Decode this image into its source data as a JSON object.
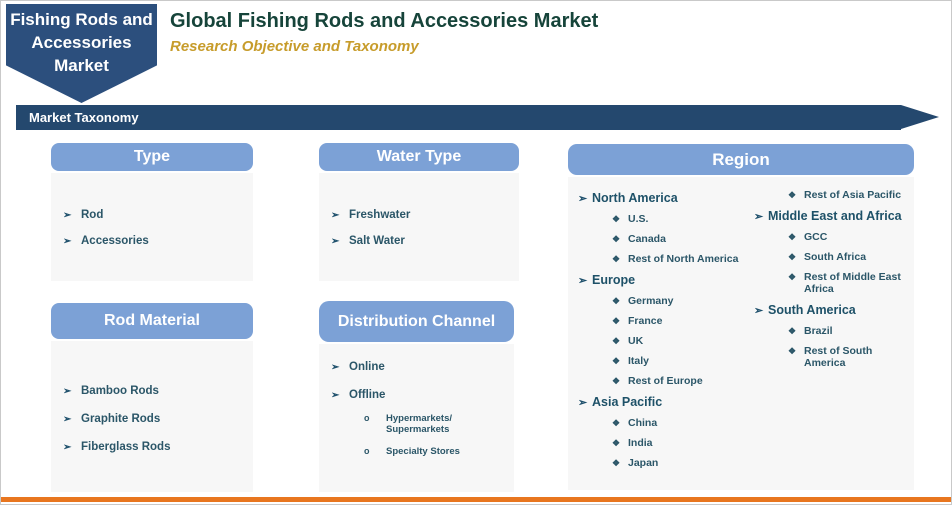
{
  "banner": {
    "label": "Fishing Rods and Accessories Market"
  },
  "header": {
    "title": "Global Fishing Rods and Accessories Market",
    "subtitle": "Research Objective and Taxonomy"
  },
  "taxonomy_bar": {
    "label": "Market Taxonomy"
  },
  "bullets": {
    "level1": "➢",
    "level2": "❖",
    "level3": "o"
  },
  "colors": {
    "banner_blue": "#2C4F7D",
    "bar_blue": "#24486E",
    "header_light_blue": "#7CA1D6",
    "box_body_gray": "#F7F7F7",
    "title_green": "#16443A",
    "subtitle_gold": "#C79C2B",
    "item_teal": "#2B5668",
    "accent_orange": "#E8761F"
  },
  "boxes": {
    "type": {
      "title": "Type",
      "items": [
        "Rod",
        "Accessories"
      ]
    },
    "water_type": {
      "title": "Water Type",
      "items": [
        "Freshwater",
        "Salt Water"
      ]
    },
    "rod_material": {
      "title": "Rod Material",
      "items": [
        "Bamboo Rods",
        "Graphite Rods",
        "Fiberglass Rods"
      ]
    },
    "distribution_channel": {
      "title": "Distribution Channel",
      "items": [
        "Online",
        "Offline"
      ],
      "sub_items": [
        "Hypermarkets/ Supermarkets",
        "Specialty Stores"
      ]
    },
    "region": {
      "title": "Region",
      "col1": [
        {
          "region": "North America",
          "countries": [
            "U.S.",
            "Canada",
            "Rest of North America"
          ]
        },
        {
          "region": "Europe",
          "countries": [
            "Germany",
            "France",
            "UK",
            "Italy",
            "Rest of Europe"
          ]
        },
        {
          "region": "Asia Pacific",
          "countries": [
            "China",
            "India",
            "Japan"
          ]
        }
      ],
      "col2": {
        "leading_country": "Rest of Asia Pacific",
        "groups": [
          {
            "region": "Middle East and Africa",
            "countries": [
              "GCC",
              "South Africa",
              "Rest of Middle East Africa"
            ]
          },
          {
            "region": "South America",
            "countries": [
              "Brazil",
              "Rest of South America"
            ]
          }
        ]
      }
    }
  }
}
